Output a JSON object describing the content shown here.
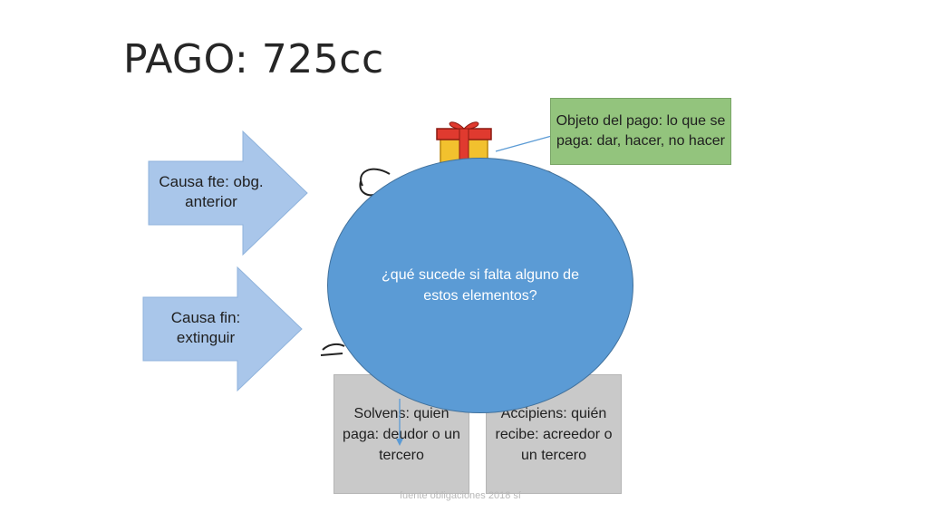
{
  "slide": {
    "title": "PAGO: 725cc",
    "footer": "fuente obligaciones 2018 sf"
  },
  "arrows": [
    {
      "text": "Causa fte: obg. anterior"
    },
    {
      "text": "Causa fin: extinguir"
    }
  ],
  "object_box": {
    "text": "Objeto del pago: lo que se paga: dar, hacer, no hacer"
  },
  "solvens_box": {
    "text": "Solvens: quien paga: deudor o un tercero"
  },
  "recipiens_box": {
    "text": "Accipiens: quién recibe: acreedor o un tercero"
  },
  "oval": {
    "text": "¿qué sucede si falta alguno de estos elementos?"
  },
  "colors": {
    "arrow_fill": "#a9c6ea",
    "green_box": "#93c47d",
    "grey_box": "#c9c9c9",
    "oval": "#5b9bd5",
    "connector": "#5b9bd5"
  }
}
